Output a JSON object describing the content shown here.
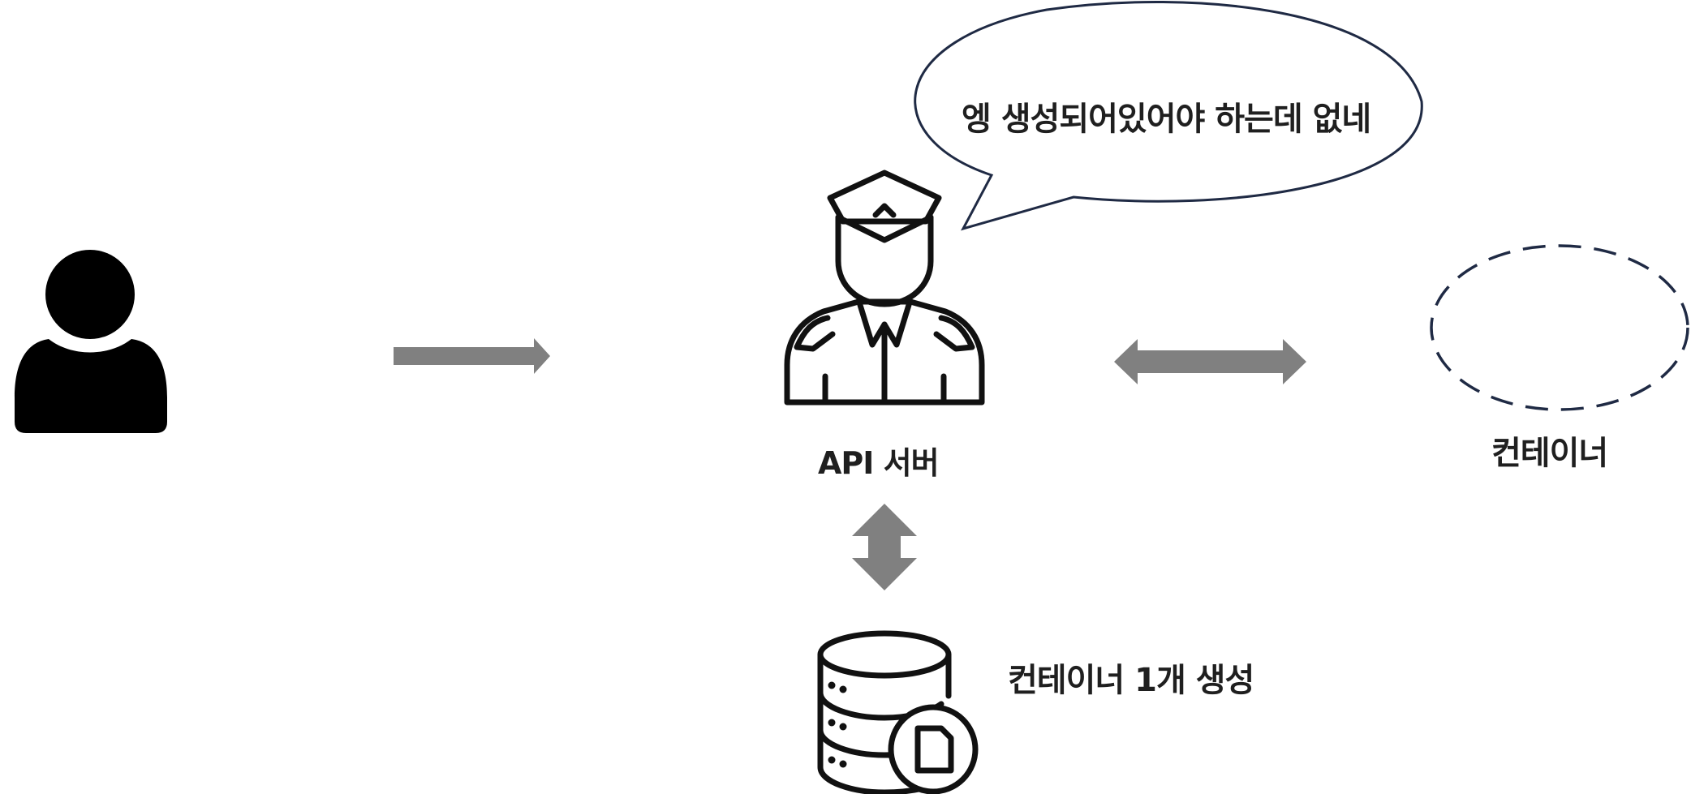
{
  "diagram": {
    "speech_bubble_text": "엥 생성되어있어야 하는데 없네",
    "api_server_label": "API 서버",
    "container_label": "컨테이너",
    "database_label": "컨테이너 1개 생성"
  },
  "icons": {
    "user": "user-icon",
    "api_server": "police-officer-icon",
    "container": "dashed-ellipse-placeholder",
    "database": "database-document-icon"
  },
  "colors": {
    "arrow": "#808080",
    "icon_stroke": "#111111",
    "bubble_stroke": "#1f2a44",
    "text": "#1f1f1f"
  }
}
